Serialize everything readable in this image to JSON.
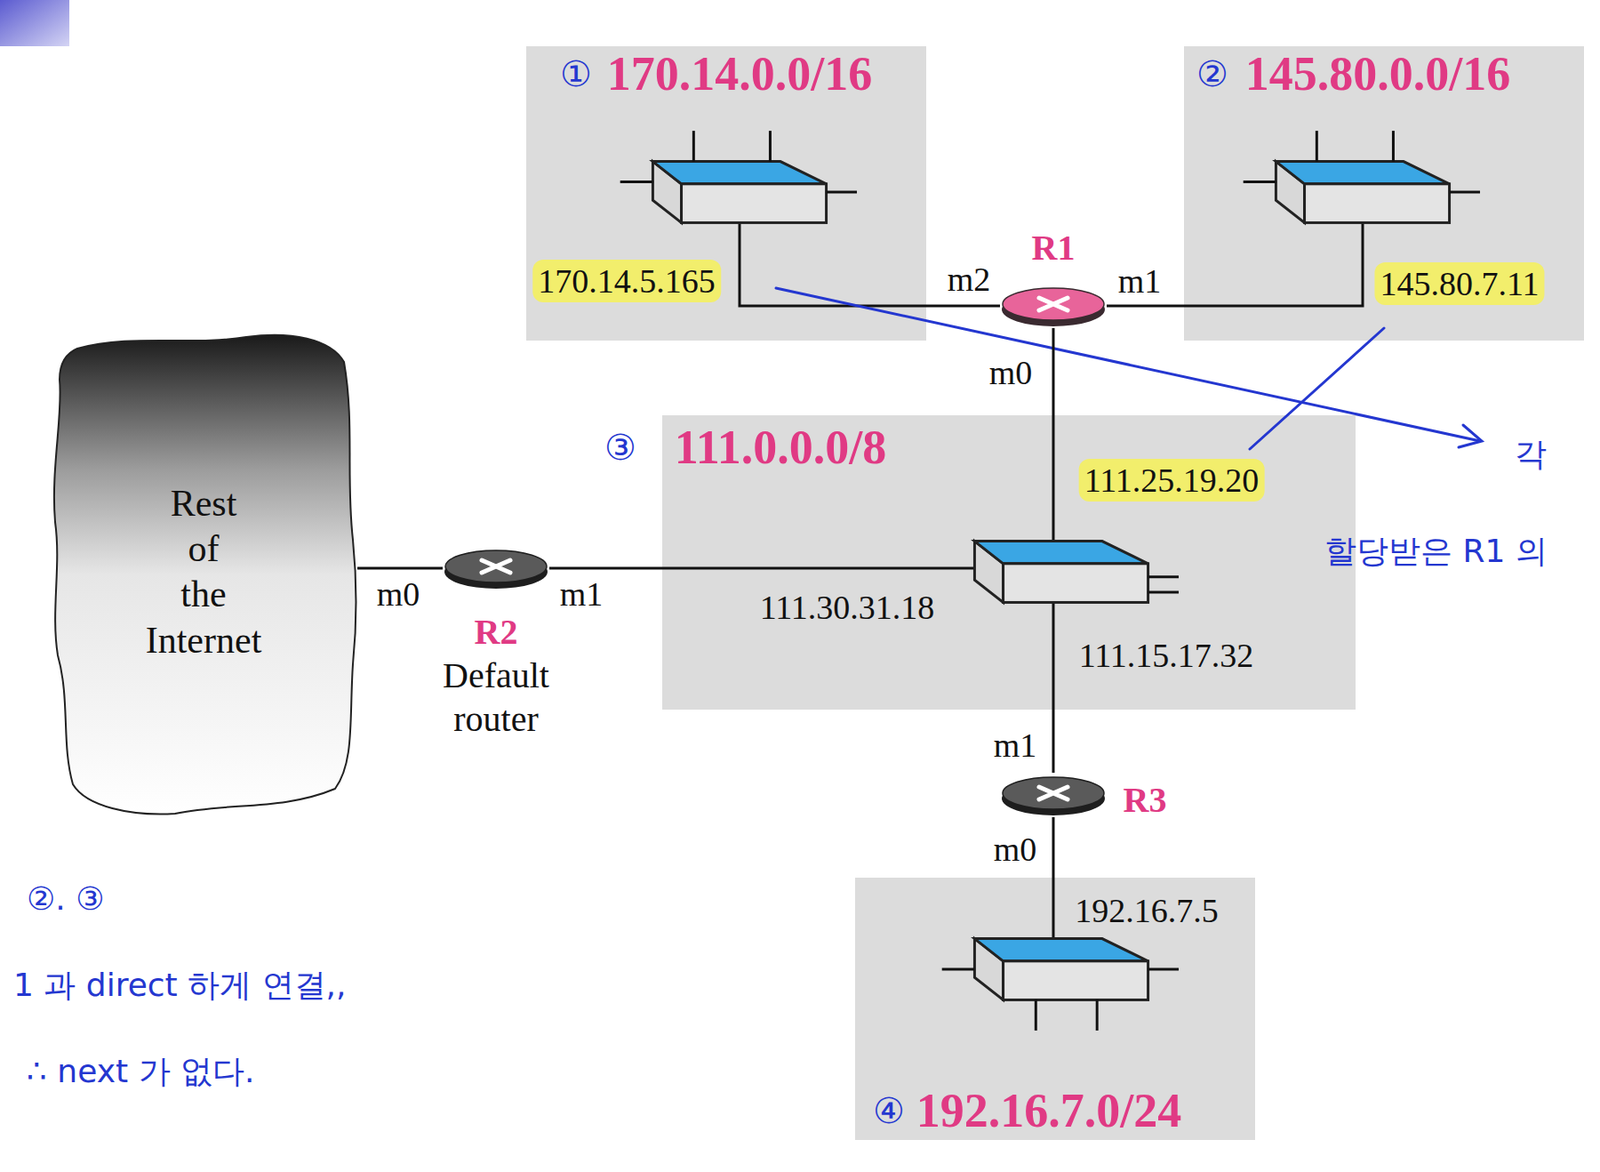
{
  "diagram": {
    "nodes": [
      {
        "text": [
          "170.14.0.0/16"
        ]
      },
      {
        "text": [
          "145.80.0.0/16"
        ]
      },
      {
        "text": [
          "111.0.0.0/8"
        ]
      },
      {
        "text": [
          "192.16.7.0/24"
        ]
      },
      {
        "text": [
          "R1"
        ]
      },
      {
        "text": [
          "Rest of the Internet"
        ]
      },
      {
        "text": [
          "R2",
          "Default router"
        ]
      },
      {
        "text": [
          "R3"
        ]
      }
    ],
    "edges": [
      {
        "from": 4,
        "to": 0,
        "arrow": "none"
      },
      {
        "from": 4,
        "to": 1,
        "arrow": "none"
      },
      {
        "from": 4,
        "to": 2,
        "arrow": "none"
      },
      {
        "from": 6,
        "to": 5,
        "arrow": "none"
      },
      {
        "from": 6,
        "to": 2,
        "arrow": "none"
      },
      {
        "from": 7,
        "to": 2,
        "arrow": "none"
      },
      {
        "from": 7,
        "to": 3,
        "arrow": "none"
      }
    ],
    "labels": [
      "①",
      "②",
      "③",
      "④",
      "170.14.5.165",
      "145.80.7.11",
      "111.25.19.20",
      "111.30.31.18",
      "111.15.17.32",
      "192.16.7.5",
      "m2",
      "m1",
      "m0",
      "m0",
      "m1",
      "m1",
      "m0",
      "각",
      "할당받은 R1 의",
      "②. ③",
      "1 과 direct 하게 연결,,",
      "∴ next 가 없다."
    ]
  }
}
